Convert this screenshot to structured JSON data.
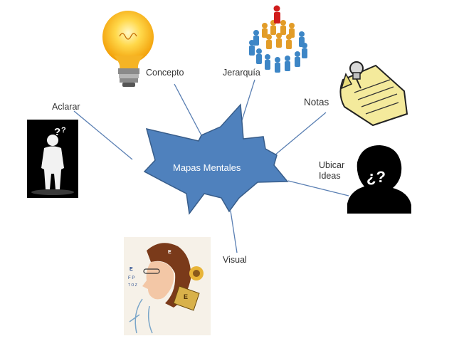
{
  "diagram": {
    "center": {
      "label": "Mapas Mentales"
    },
    "branches": [
      {
        "id": "concepto",
        "label": "Concepto",
        "icon": "lightbulb-icon"
      },
      {
        "id": "jerarquia",
        "label": "Jerarquía",
        "icon": "people-hierarchy-icon"
      },
      {
        "id": "notas",
        "label": "Notas",
        "icon": "pinned-note-icon"
      },
      {
        "id": "ubicar-ideas",
        "label": "Ubicar Ideas",
        "icon": "question-silhouette-icon"
      },
      {
        "id": "visual",
        "label": "Visual",
        "icon": "woman-vision-icon"
      },
      {
        "id": "aclarar",
        "label": "Aclarar",
        "icon": "thinking-man-icon"
      }
    ],
    "colors": {
      "star_fill": "#4f81bd",
      "star_stroke": "#385d8a",
      "connector": "#5a7fb3"
    }
  }
}
